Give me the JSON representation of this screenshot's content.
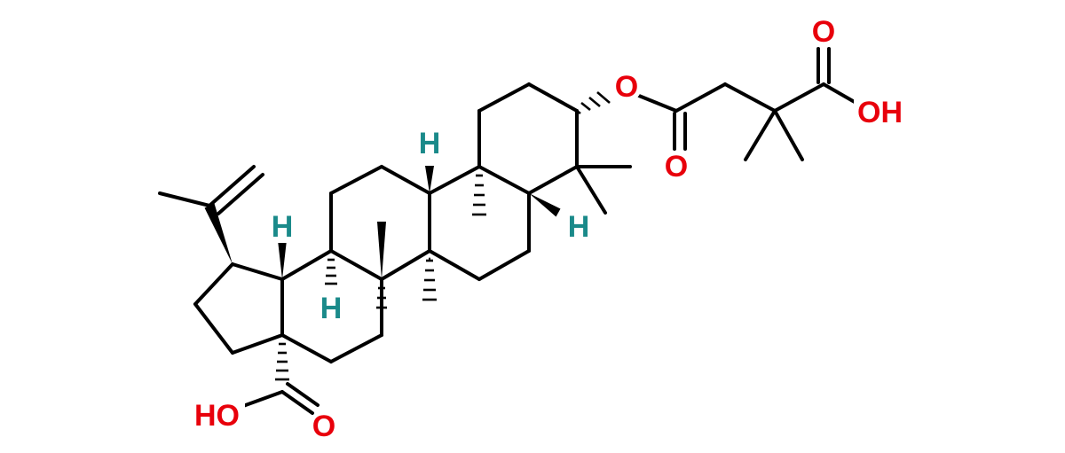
{
  "colors": {
    "bond": "#000000",
    "oxygen": "#e8000b",
    "hydrogen": "#1a8a8a",
    "background": "#ffffff"
  },
  "labels": {
    "ester_o": "O",
    "ester_carbonyl_o": "O",
    "acid_top_o": "O",
    "acid_top_oh": "OH",
    "stereo_h_top": "H",
    "stereo_h_right": "H",
    "stereo_h_left": "H",
    "stereo_h_bottom": "H",
    "acid_bottom_oh": "HO",
    "acid_bottom_o": "O"
  }
}
